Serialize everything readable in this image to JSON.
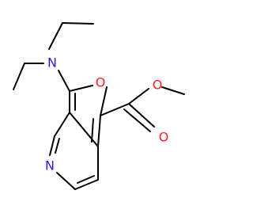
{
  "molecule": {
    "atoms": [
      {
        "id": "N_amine",
        "symbol": "N",
        "color": "#1d1dff"
      },
      {
        "id": "O_ring",
        "symbol": "O",
        "color": "#ff1a1a"
      },
      {
        "id": "O_ester",
        "symbol": "O",
        "color": "#ff1a1a"
      },
      {
        "id": "O_carbonyl",
        "symbol": "O",
        "color": "#ff1a1a"
      },
      {
        "id": "N_pyridine",
        "symbol": "N",
        "color": "#1d1dff"
      }
    ],
    "bond_color": "#000000"
  }
}
